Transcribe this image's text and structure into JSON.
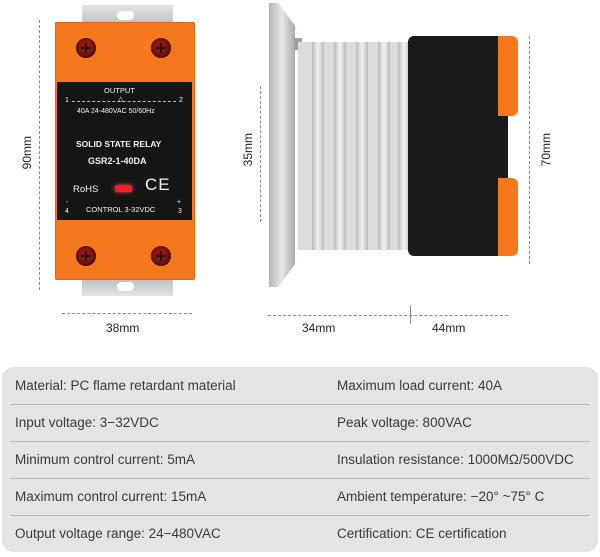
{
  "front_view": {
    "output_label": "OUTPUT",
    "terminal_1": "1",
    "terminal_2": "2",
    "terminal_4": "4",
    "terminal_3": "3",
    "terminal_minus": "-",
    "terminal_plus": "+",
    "rating": "40A 24-480VAC 50/60Hz",
    "relay_type": "SOLID STATE RELAY",
    "model": "GSR2-1-40DA",
    "rohs": "RoHS",
    "ce_mark": "CE",
    "control": "CONTROL 3-32VDC",
    "height_dim": "90mm",
    "width_dim": "38mm",
    "colors": {
      "housing": "#f5781e",
      "panel": "#161616",
      "indicator": "#ff1a2a",
      "bracket": "#cfd2d3"
    }
  },
  "side_view": {
    "height_left_dim": "35mm",
    "height_right_dim": "70mm",
    "depth_left_dim": "34mm",
    "depth_right_dim": "44mm",
    "colors": {
      "heatsink": "#c9cbcc",
      "body": "#1a1a1a",
      "accent": "#f5781e"
    }
  },
  "specs": {
    "rows": [
      {
        "left": "Material: PC flame retardant material",
        "right": "Maximum load current: 40A"
      },
      {
        "left": "Input voltage: 3−32VDC",
        "right": "Peak voltage: 800VAC"
      },
      {
        "left": "Minimum control current: 5mA",
        "right": "Insulation resistance: 1000MΩ/500VDC"
      },
      {
        "left": "Maximum control current: 15mA",
        "right": "Ambient temperature: −20°  ~75°  C"
      },
      {
        "left": "Output voltage range: 24−480VAC",
        "right": "Certification: CE certification"
      }
    ]
  }
}
